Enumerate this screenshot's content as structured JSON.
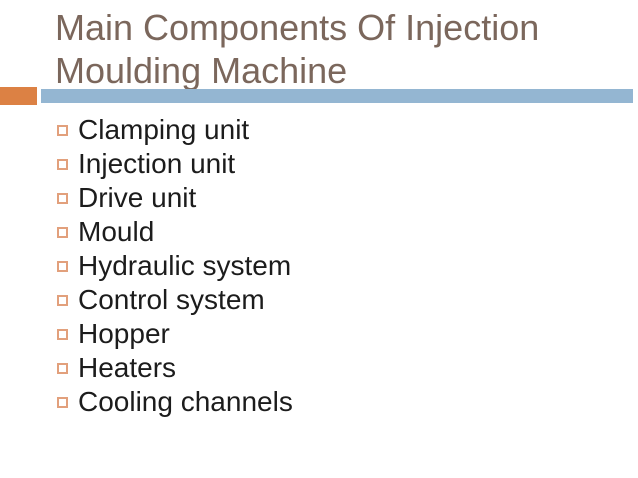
{
  "slide": {
    "title": "Main Components Of Injection Moulding Machine",
    "bullets": [
      "Clamping unit",
      "Injection unit",
      "Drive unit",
      "Mould",
      "Hydraulic system",
      "Control system",
      "Hopper",
      "Heaters",
      "Cooling channels"
    ]
  },
  "theme": {
    "title_color": "#7b675c",
    "accent_orange": "#dc8144",
    "accent_blue": "#94b6d2",
    "bullet_outline_color": "#e2a07c",
    "body_text_color": "#1c1c1c",
    "background_color": "#ffffff"
  }
}
